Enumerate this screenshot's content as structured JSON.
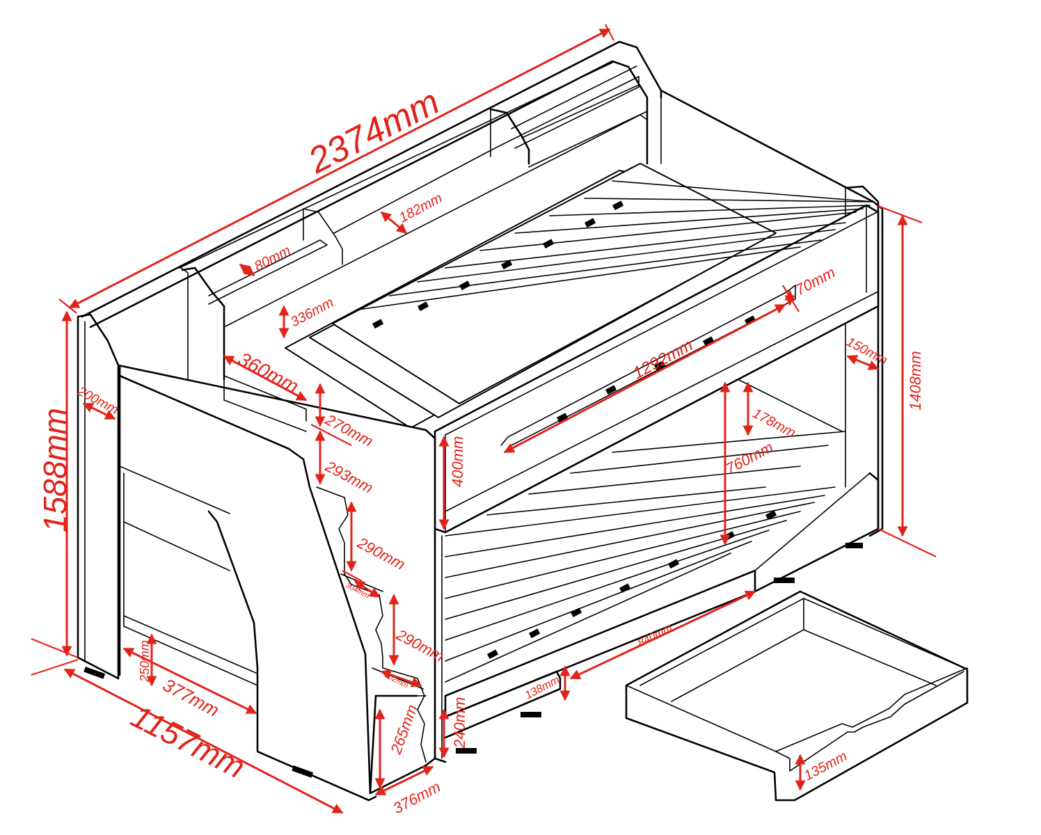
{
  "colors": {
    "dimension": "#e2231a",
    "outline": "#000000",
    "background": "#ffffff"
  },
  "dimensions": {
    "overall_length": "2374mm",
    "overall_height": "1588mm",
    "overall_depth": "1157mm",
    "end_panel_height": "1408mm",
    "shelf_depth": "182mm",
    "shelf_height": "80mm",
    "shelf_gap": "336mm",
    "step_top_width": "360mm",
    "side_thickness": "200mm",
    "top_rail": "270mm",
    "rail_gap": "293mm",
    "step_rise_1": "290mm",
    "step_depth_1": "304mm",
    "step_rise_2": "290mm",
    "step_depth_2": "302mm",
    "step_rise_3": "265mm",
    "step_base": "376mm",
    "leg_height": "250mm",
    "ladder_width": "377mm",
    "guard_rail": "70mm",
    "mattress_length": "1292mm",
    "end_post": "150mm",
    "upper_side": "400mm",
    "lower_rail": "178mm",
    "bunk_clearance": "760mm",
    "drawer_length": "840mm",
    "drawer_gap": "138mm",
    "base_height": "240mm",
    "drawer_height": "135mm"
  }
}
